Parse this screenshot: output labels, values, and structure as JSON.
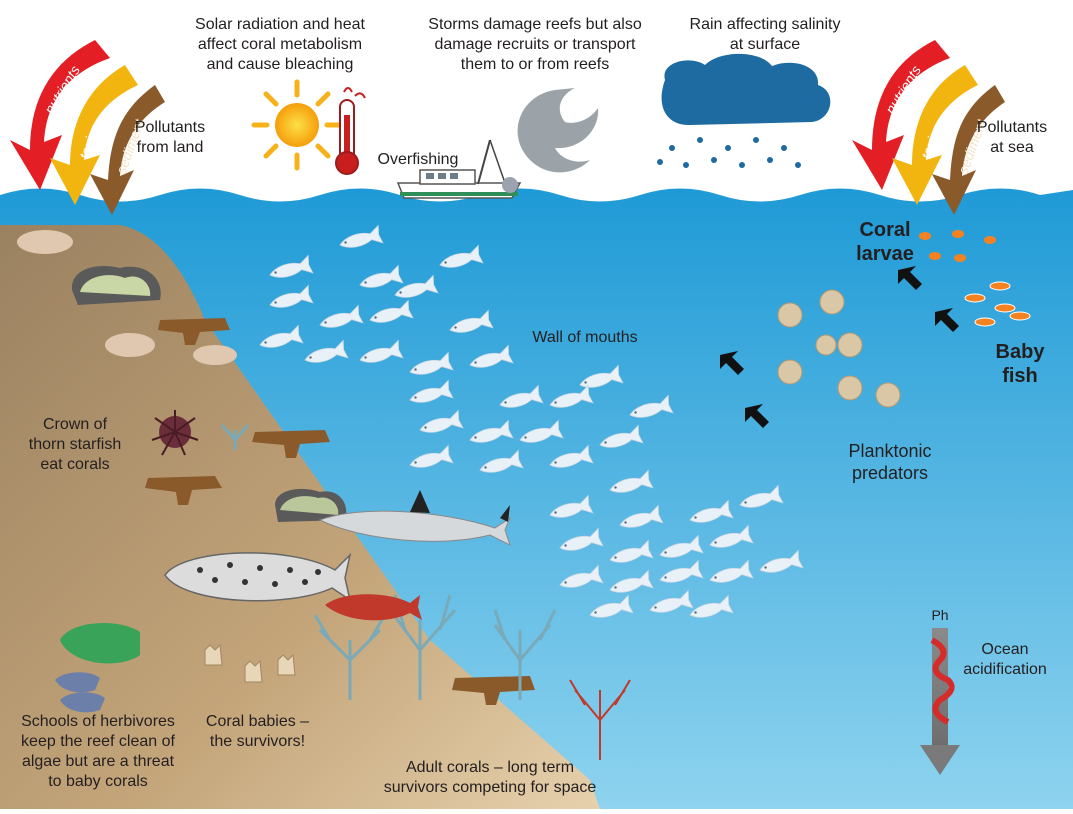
{
  "labels": {
    "pollutants_land": "Pollutants\nfrom land",
    "solar": "Solar radiation and heat\naffect coral metabolism\nand cause bleaching",
    "overfishing": "Overfishing",
    "storms": "Storms damage reefs but also\ndamage recruits or transport\nthem to or from reefs",
    "rain": "Rain affecting salinity\nat surface",
    "pollutants_sea": "Pollutants\nat sea",
    "coral_larvae": "Coral\nlarvae",
    "wall_of_mouths": "Wall of mouths",
    "baby_fish": "Baby\nfish",
    "planktonic_predators": "Planktonic\npredators",
    "crown_of_thorns": "Crown of\nthorn starfish\neat corals",
    "ph": "Ph",
    "ocean_acidification": "Ocean\nacidification",
    "herbivores": "Schools of herbivores\nkeep the reef clean of\nalgae but are a threat\nto baby corals",
    "coral_babies": "Coral babies –\nthe survivors!",
    "adult_corals": "Adult corals – long term\nsurvivors competing for space"
  },
  "arrow_words": {
    "nutrients": "nutrients",
    "toxics": "toxics",
    "sediment": "sediment"
  },
  "colors": {
    "sky": "#ffffff",
    "ocean_top": "#2ea7dc",
    "ocean_bottom": "#6fc7ea",
    "seabed": "#8b7355",
    "sand": "#dcc6a0",
    "nutrients_arrow": "#e31e24",
    "toxics_arrow": "#f2b50f",
    "sediment_arrow": "#8a5a2b",
    "cloud": "#1e6ea3",
    "fish": "#e6eef5"
  }
}
